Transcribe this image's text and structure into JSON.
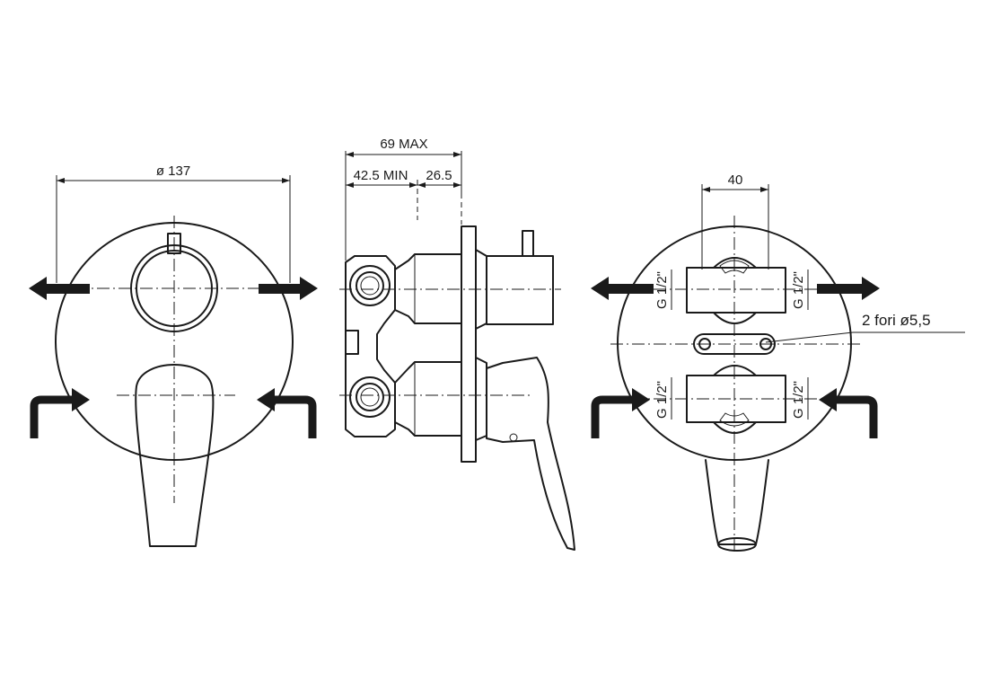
{
  "dimensions": {
    "front_diameter": "ø 137",
    "depth_max": "69 MAX",
    "depth_min": "42.5 MIN",
    "depth_range": "26.5",
    "inlet_spacing": "40",
    "holes": "2 fori ø5,5",
    "thread_upper_left": "G 1/2\"",
    "thread_upper_right": "G 1/2\"",
    "thread_lower_left": "G 1/2\"",
    "thread_lower_right": "G 1/2\""
  },
  "colors": {
    "line": "#1a1a1a",
    "background": "#ffffff"
  },
  "icons": [
    "outlet-arrow-icon",
    "inlet-arrow-icon"
  ]
}
